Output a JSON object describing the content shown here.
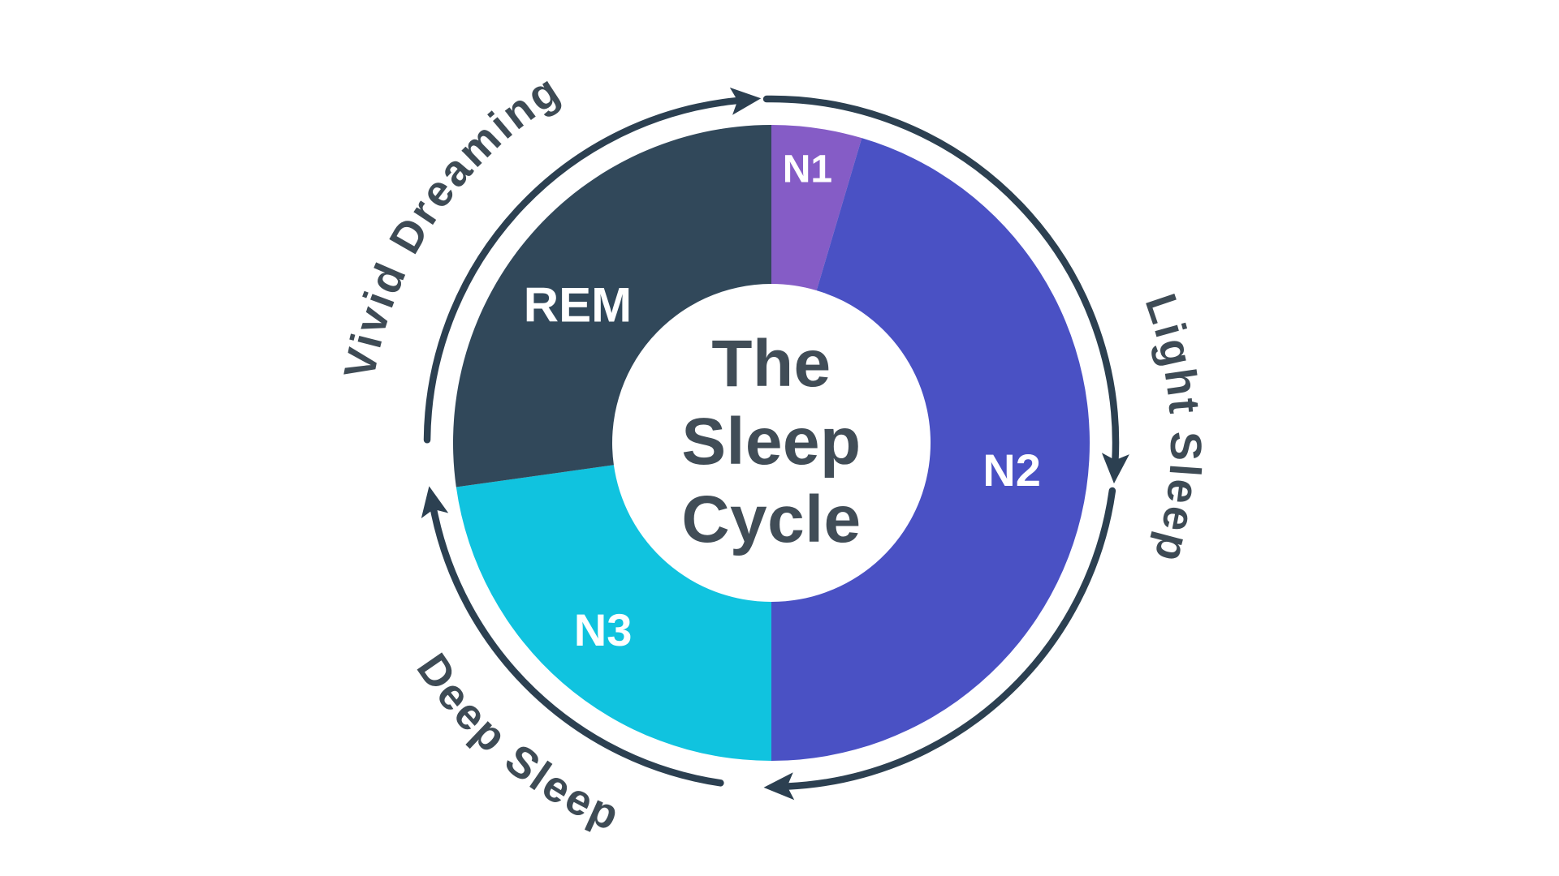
{
  "title": {
    "lines": [
      "The",
      "Sleep",
      "Cycle"
    ]
  },
  "colors": {
    "background": "#ffffff",
    "arrow": "#2C4051",
    "outer_label_text": "#3E4B55",
    "center_text": "#414D57",
    "segment_label_text": "#ffffff"
  },
  "chart_data": {
    "type": "pie",
    "subtype": "donut-cycle",
    "title": "The Sleep Cycle",
    "direction": "clockwise",
    "geometry_note": "angles in degrees clockwise from 12 o'clock",
    "segments": [
      {
        "label": "N1",
        "start_angle": 0,
        "end_angle": 16.5,
        "share_pct": 4.6,
        "color": "#855CC6",
        "label_angle": 7.5,
        "label_radius": 340,
        "label_font_size": 48
      },
      {
        "label": "N2",
        "start_angle": 16.5,
        "end_angle": 180,
        "share_pct": 45.4,
        "color": "#4A51C4",
        "label_angle": 96.5,
        "label_radius": 298,
        "label_font_size": 56
      },
      {
        "label": "N3",
        "start_angle": 180,
        "end_angle": 262,
        "share_pct": 22.8,
        "color": "#10C3DF",
        "label_angle": 222,
        "label_radius": 310,
        "label_font_size": 56
      },
      {
        "label": "REM",
        "start_angle": 262,
        "end_angle": 360,
        "share_pct": 27.2,
        "color": "#31485A",
        "label_angle": 305.5,
        "label_radius": 293,
        "label_font_size": 60
      }
    ]
  },
  "annotations": {
    "outer_labels": [
      {
        "id": "vivid-dreaming",
        "text": "Vivid Dreaming",
        "mid_angle": 304,
        "path_start": 258,
        "path_end": 350,
        "radius": 496,
        "orientation": "outward"
      },
      {
        "id": "light-sleep",
        "text": "Light Sleep",
        "mid_angle": 88,
        "path_start": 50,
        "path_end": 126,
        "radius": 492,
        "orientation": "outward"
      },
      {
        "id": "deep-sleep",
        "text": "Deep Sleep",
        "mid_angle": 220,
        "path_start": 252,
        "path_end": 188,
        "radius": 518,
        "orientation": "inward"
      }
    ],
    "arrow_arcs": [
      {
        "id": "arc-top-left",
        "start_angle": 270.5,
        "end_angle": 354.5
      },
      {
        "id": "arc-right",
        "start_angle": 359.2,
        "end_angle": 93
      },
      {
        "id": "arc-bottom-right",
        "start_angle": 98,
        "end_angle": 177.5
      },
      {
        "id": "arc-left",
        "start_angle": 188.5,
        "end_angle": 259
      }
    ]
  }
}
